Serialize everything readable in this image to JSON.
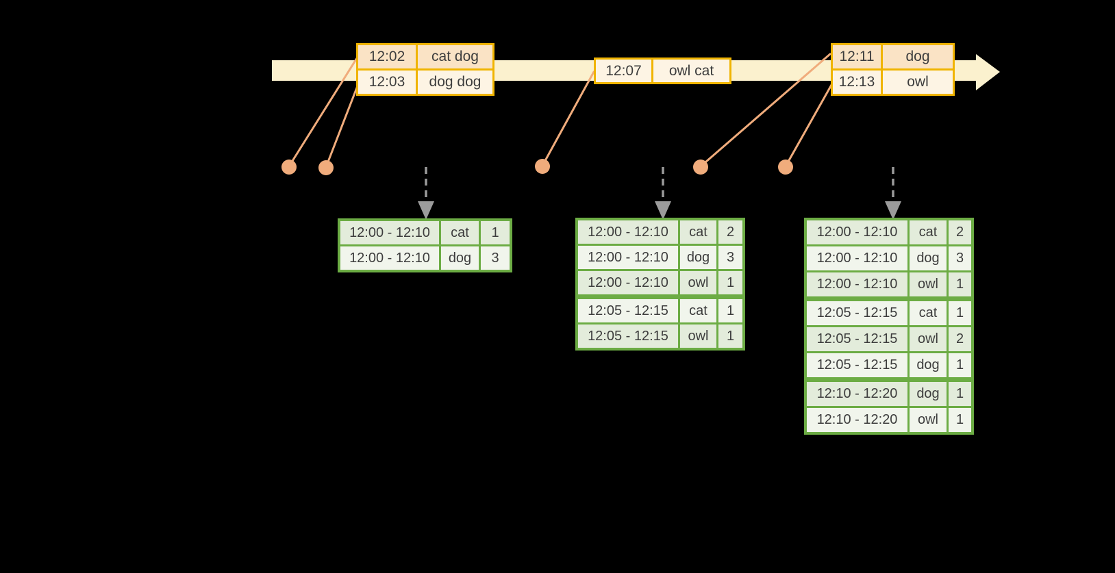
{
  "colors": {
    "background": "#000000",
    "band": "#FBF1CE",
    "gold": "#F0B400",
    "peach": "#FAE3C5",
    "cream2": "#FDF4E4",
    "salmon": "#F0AC7C",
    "gray": "#9B9B9B",
    "green": "#6CAC44",
    "gdark": "#E3ECDB",
    "glight": "#F1F5EC",
    "text": "#3D3D3D"
  },
  "icons": {
    "timeline_arrowhead": "right-arrow",
    "event_marker": "dot",
    "trigger_arrow": "dashed-down-arrow"
  },
  "event_tables": [
    {
      "rows": [
        {
          "time": "12:02",
          "words": "cat dog",
          "shade": "dark"
        },
        {
          "time": "12:03",
          "words": "dog dog",
          "shade": "light"
        }
      ]
    },
    {
      "rows": [
        {
          "time": "12:07",
          "words": "owl cat",
          "shade": "light"
        }
      ]
    },
    {
      "rows": [
        {
          "time": "12:11",
          "words": "dog",
          "shade": "dark"
        },
        {
          "time": "12:13",
          "words": "owl",
          "shade": "light"
        }
      ]
    }
  ],
  "result_tables": [
    {
      "rows": [
        {
          "window": "12:00 - 12:10",
          "word": "cat",
          "count": "1",
          "shade": "dark"
        },
        {
          "window": "12:00 - 12:10",
          "word": "dog",
          "count": "3",
          "shade": "light"
        }
      ]
    },
    {
      "rows": [
        {
          "window": "12:00 - 12:10",
          "word": "cat",
          "count": "2",
          "shade": "dark"
        },
        {
          "window": "12:00 - 12:10",
          "word": "dog",
          "count": "3",
          "shade": "light"
        },
        {
          "window": "12:00 - 12:10",
          "word": "owl",
          "count": "1",
          "shade": "dark"
        },
        {
          "window": "12:05 - 12:15",
          "word": "cat",
          "count": "1",
          "shade": "light"
        },
        {
          "window": "12:05 - 12:15",
          "word": "owl",
          "count": "1",
          "shade": "dark"
        }
      ]
    },
    {
      "rows": [
        {
          "window": "12:00 - 12:10",
          "word": "cat",
          "count": "2",
          "shade": "dark"
        },
        {
          "window": "12:00 - 12:10",
          "word": "dog",
          "count": "3",
          "shade": "light"
        },
        {
          "window": "12:00 - 12:10",
          "word": "owl",
          "count": "1",
          "shade": "dark"
        },
        {
          "window": "12:05 - 12:15",
          "word": "cat",
          "count": "1",
          "shade": "light"
        },
        {
          "window": "12:05 - 12:15",
          "word": "owl",
          "count": "2",
          "shade": "dark"
        },
        {
          "window": "12:05 - 12:15",
          "word": "dog",
          "count": "1",
          "shade": "light"
        },
        {
          "window": "12:10 - 12:20",
          "word": "dog",
          "count": "1",
          "shade": "dark"
        },
        {
          "window": "12:10 - 12:20",
          "word": "owl",
          "count": "1",
          "shade": "light"
        }
      ]
    }
  ]
}
